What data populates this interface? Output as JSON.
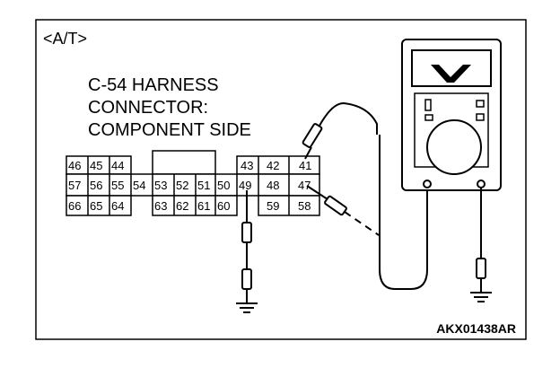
{
  "title": "<A/T>",
  "connector": {
    "label_lines": [
      "C-54 HARNESS",
      "CONNECTOR:",
      "COMPONENT SIDE"
    ],
    "pins_top_left": [
      "46",
      "45",
      "44"
    ],
    "pins_top_right": [
      "43",
      "42",
      "41"
    ],
    "pins_mid": [
      "57",
      "56",
      "55",
      "54",
      "53",
      "52",
      "51",
      "50",
      "49",
      "48",
      "47"
    ],
    "pins_bottom_left": [
      "66",
      "65",
      "64"
    ],
    "pins_bottom_center": [
      "63",
      "62",
      "61",
      "60"
    ],
    "pins_bottom_right": [
      "59",
      "58"
    ]
  },
  "diagram_code": "AKX01438AR"
}
